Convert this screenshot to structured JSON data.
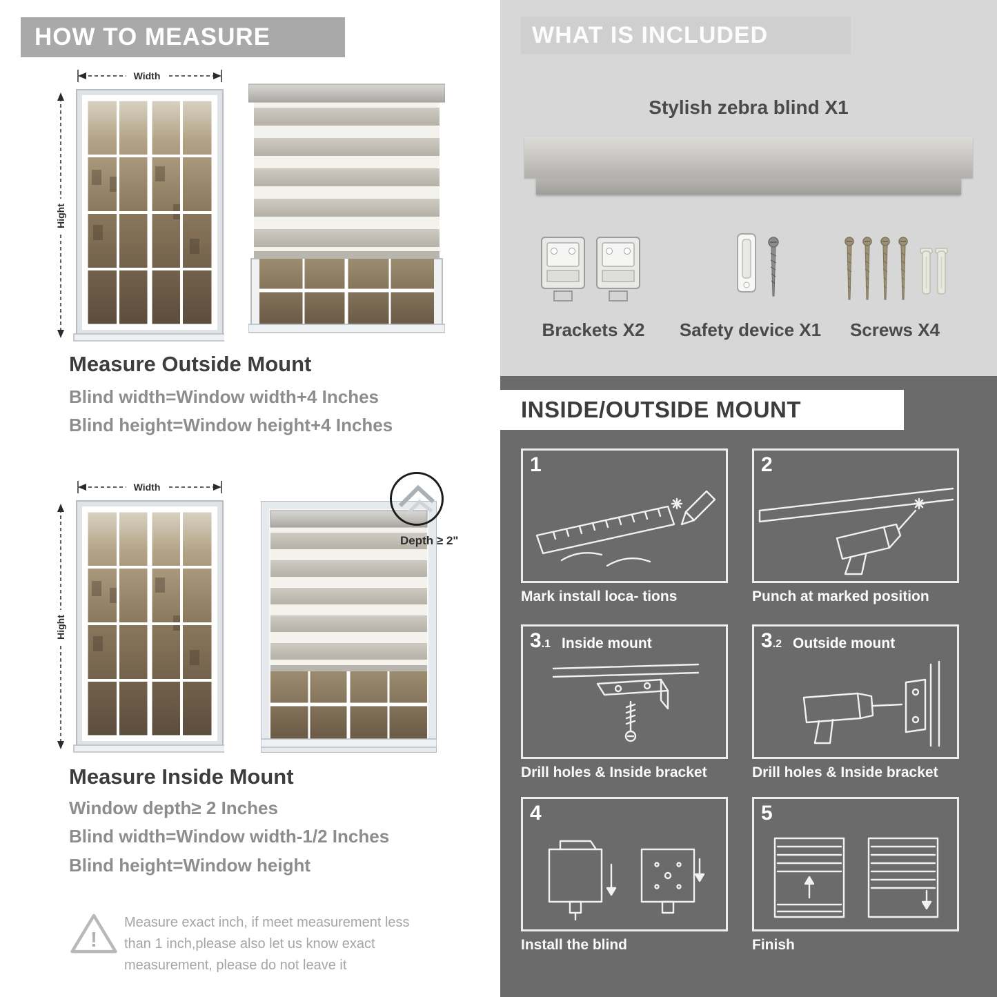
{
  "how_to_measure": {
    "header": "HOW TO MEASURE",
    "outside_mount": {
      "width_label": "Width",
      "height_label": "Hight",
      "title": "Measure Outside Mount",
      "lines": [
        "Blind width=Window width+4 Inches",
        "Blind height=Window height+4 Inches"
      ]
    },
    "inside_mount": {
      "width_label": "Width",
      "height_label": "Hight",
      "depth_label": "Depth ≥ 2\"",
      "title": "Measure Inside Mount",
      "lines": [
        "Window depth≥ 2 Inches",
        "Blind width=Window width-1/2 Inches",
        "Blind height=Window height"
      ]
    },
    "warning_text": "Measure exact inch, if meet measurement less than 1 inch,please also let us know exact measurement, please do not leave it"
  },
  "what_is_included": {
    "header": "WHAT IS INCLUDED",
    "blind_label": "Stylish zebra blind X1",
    "items": [
      {
        "label": "Brackets X2",
        "icon": "brackets-icon"
      },
      {
        "label": "Safety device X1",
        "icon": "safety-device-icon"
      },
      {
        "label": "Screws X4",
        "icon": "screws-icon"
      }
    ]
  },
  "mount_steps": {
    "header": "INSIDE/OUTSIDE MOUNT",
    "steps": [
      {
        "num": "1",
        "sub": "",
        "title": "",
        "caption": "Mark install loca- tions"
      },
      {
        "num": "2",
        "sub": "",
        "title": "",
        "caption": "Punch at  marked position"
      },
      {
        "num": "3",
        "sub": ".1",
        "title": "Inside mount",
        "caption": "Drill holes &  Inside bracket"
      },
      {
        "num": "3",
        "sub": ".2",
        "title": "Outside mount",
        "caption": "Drill holes &  Inside bracket"
      },
      {
        "num": "4",
        "sub": "",
        "title": "",
        "caption": "Install the blind"
      },
      {
        "num": "5",
        "sub": "",
        "title": "",
        "caption": "Finish"
      }
    ]
  },
  "colors": {
    "header_gray": "#a9a9a9",
    "light_gray_bg": "#d7d7d7",
    "dark_gray_bg": "#6b6b6b",
    "dark_text": "#3d3d3d",
    "muted_text": "#8d8d8d",
    "white": "#ffffff"
  }
}
